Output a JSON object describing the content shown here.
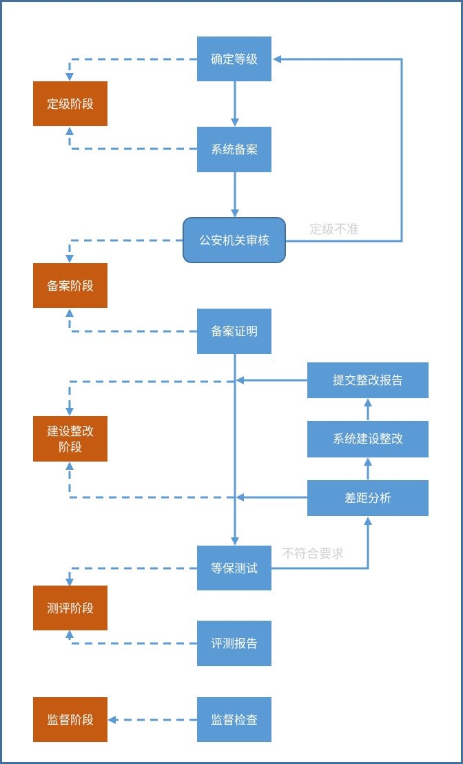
{
  "colors": {
    "process_fill": "#5b9bd5",
    "stage_fill": "#c55a11",
    "connector": "#5b9bd5",
    "border": "#41719c",
    "note_text": "#d0d0d0"
  },
  "stages": {
    "grading": "定级阶段",
    "filing": "备案阶段",
    "construction_line1": "建设整改",
    "construction_line2": "阶段",
    "evaluation": "测评阶段",
    "supervision": "监督阶段"
  },
  "steps": {
    "determine_level": "确定等级",
    "system_filing": "系统备案",
    "police_review": "公安机关审核",
    "filing_certificate": "备案证明",
    "submit_report": "提交整改报告",
    "system_rectification": "系统建设整改",
    "gap_analysis": "差距分析",
    "protection_test": "等保测试",
    "evaluation_report": "评测报告",
    "supervision_check": "监督检查"
  },
  "notes": {
    "level_inaccurate": "定级不准",
    "not_compliant": "不符合要求"
  }
}
